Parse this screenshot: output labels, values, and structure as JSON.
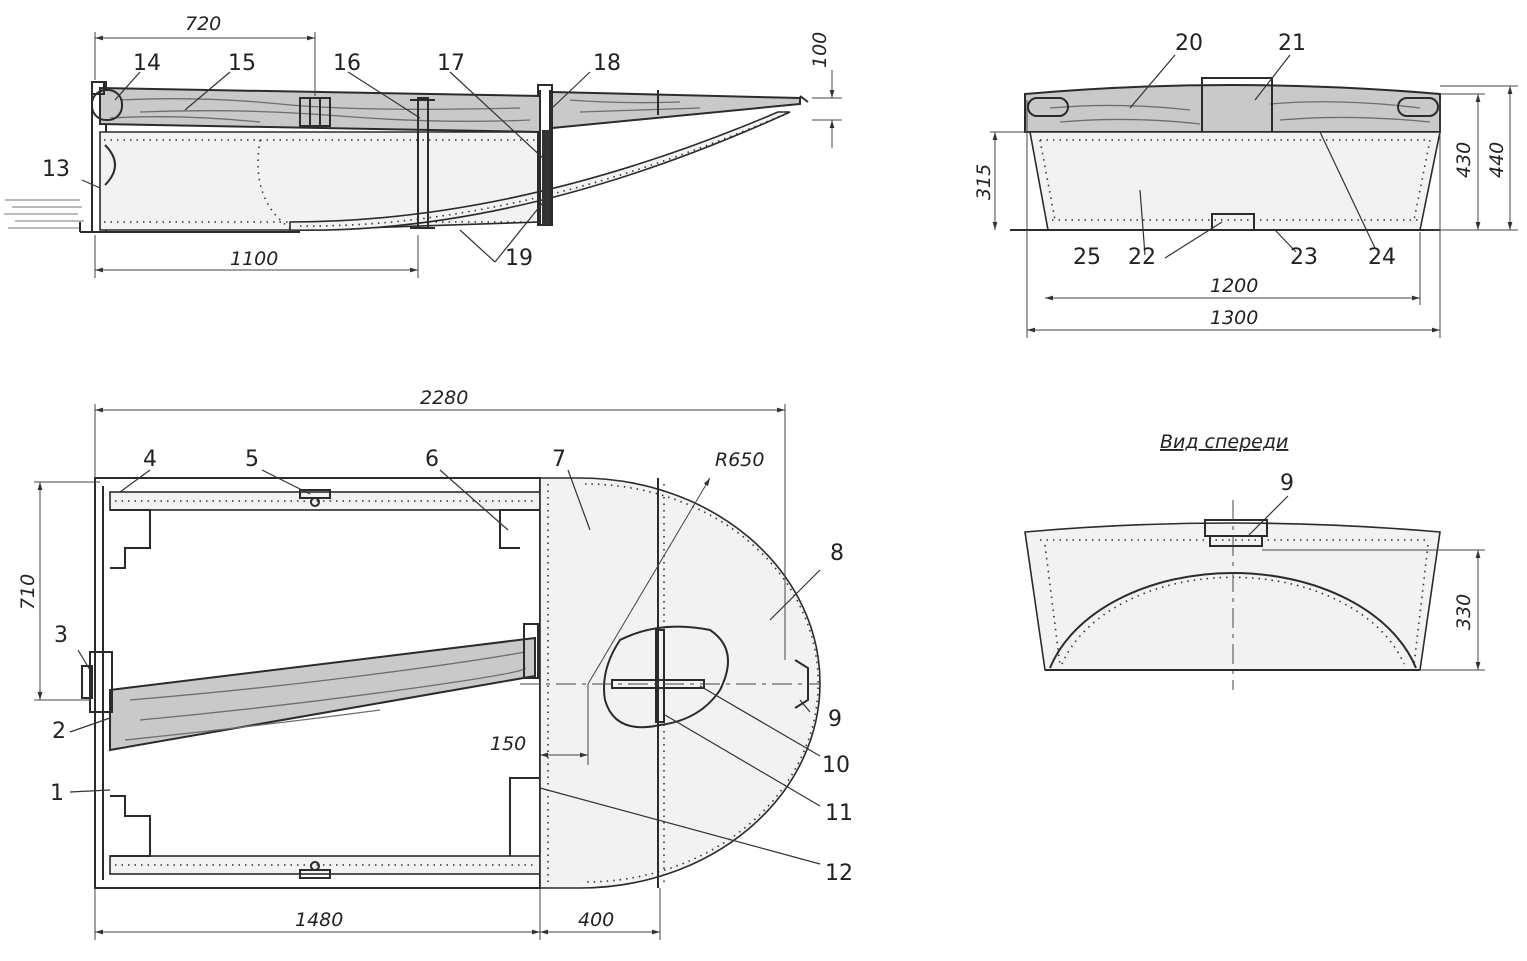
{
  "side_view": {
    "dims": {
      "d720": "720",
      "d100": "100",
      "d1100": "1100"
    },
    "labels": {
      "n13": "13",
      "n14": "14",
      "n15": "15",
      "n16": "16",
      "n17": "17",
      "n18": "18",
      "n19": "19"
    }
  },
  "rear_view": {
    "dims": {
      "d315": "315",
      "d430": "430",
      "d440": "440",
      "d1200": "1200",
      "d1300": "1300"
    },
    "labels": {
      "n20": "20",
      "n21": "21",
      "n22": "22",
      "n23": "23",
      "n24": "24",
      "n25": "25"
    }
  },
  "plan_view": {
    "dims": {
      "d2280": "2280",
      "d710": "710",
      "d150": "150",
      "d1480": "1480",
      "d400": "400",
      "r650": "R650"
    },
    "labels": {
      "n1": "1",
      "n2": "2",
      "n3": "3",
      "n4": "4",
      "n5": "5",
      "n6": "6",
      "n7": "7",
      "n8": "8",
      "n9": "9",
      "n10": "10",
      "n11": "11",
      "n12": "12"
    }
  },
  "front_view": {
    "caption": "Вид спереди",
    "dims": {
      "d330": "330"
    },
    "labels": {
      "n9": "9"
    }
  }
}
